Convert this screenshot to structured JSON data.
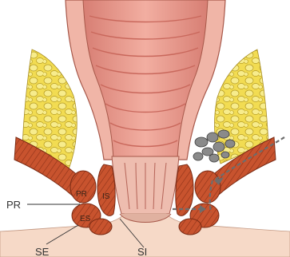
{
  "labels": {
    "pr_outer": "PR",
    "pr_inner": "PR",
    "is": "IS",
    "es": "ES",
    "se": "SE",
    "si": "SI"
  },
  "colors": {
    "fat": "#f2dc52",
    "fat_lobule": "#f7ec8c",
    "rectum": "#ec9f92",
    "rectum_fold": "#c9685c",
    "muscle": "#c8532e",
    "muscle_dark": "#8e3218",
    "skin": "#f6d9c7",
    "tract": "#6d6d6d"
  }
}
